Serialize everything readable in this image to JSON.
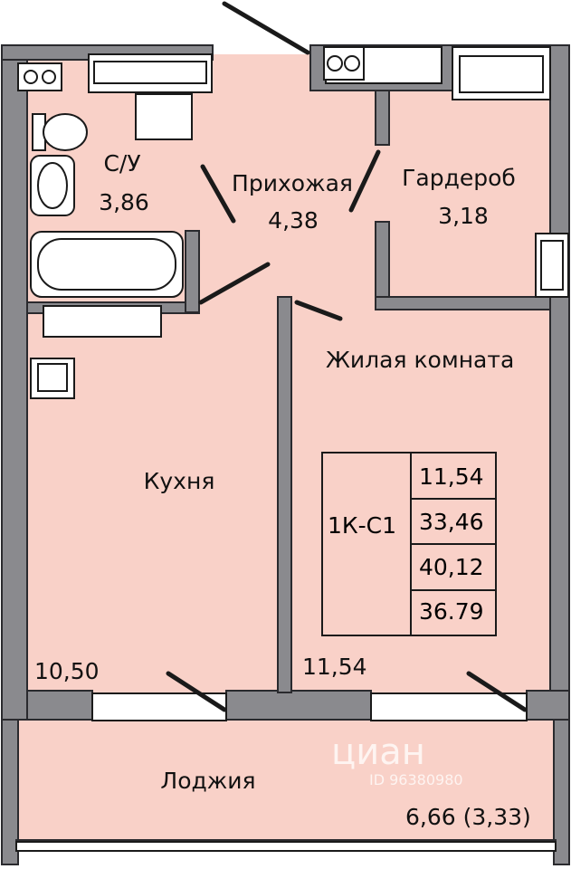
{
  "colors": {
    "floor": "#f9d1c8",
    "wall": "#8a8a8e",
    "wall_dark": "#4a4a4e",
    "line": "#1a1a1a"
  },
  "rooms": {
    "bathroom": {
      "name": "С/У",
      "area": "3,86"
    },
    "hallway": {
      "name": "Прихожая",
      "area": "4,38"
    },
    "wardrobe": {
      "name": "Гардероб",
      "area": "3,18"
    },
    "living": {
      "name": "Жилая комната",
      "area": "11,54"
    },
    "kitchen": {
      "name": "Кухня",
      "area": "10,50"
    },
    "loggia": {
      "name": "Лоджия",
      "area": "6,66 (3,33)"
    }
  },
  "summary": {
    "code": "1К-С1",
    "values": [
      "11,54",
      "33,46",
      "40,12",
      "36.79"
    ]
  },
  "watermark": {
    "brand": "циан",
    "id": "ID 96380980"
  }
}
